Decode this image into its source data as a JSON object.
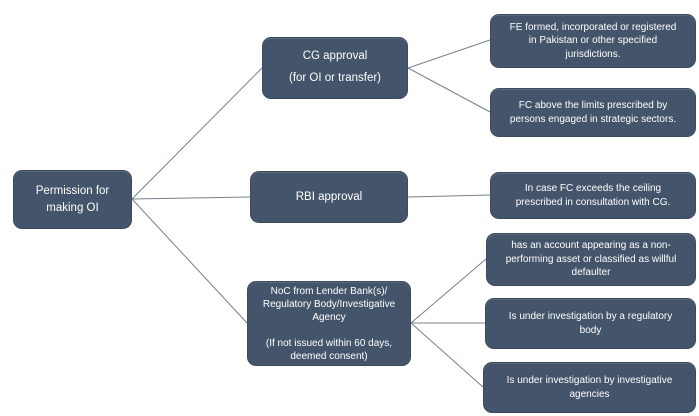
{
  "colors": {
    "node_bg": "#44546a",
    "node_text": "#ffffff",
    "node_border": "#3c4a5e",
    "connector": "#75808d",
    "background": "#ffffff"
  },
  "diagram": {
    "root": {
      "label": "Permission for\nmaking OI"
    },
    "branches": [
      {
        "label": "CG approval\n(for OI or transfer)",
        "children": [
          {
            "label": "FE formed, incorporated or registered\nin Pakistan or other specified\njurisdictions."
          },
          {
            "label": "FC above the limits prescribed by\npersons engaged in strategic sectors."
          }
        ]
      },
      {
        "label": "RBI approval",
        "children": [
          {
            "label": "In case FC exceeds the ceiling\nprescribed in consultation with CG."
          }
        ]
      },
      {
        "label": "NoC from Lender Bank(s)/\nRegulatory Body/Investigative\nAgency\n\n(If not issued within 60 days,\ndeemed consent)",
        "children": [
          {
            "label": "has an account appearing as a non-\nperforming asset or classified as willful\ndefaulter"
          },
          {
            "label": "Is under investigation by a regulatory\nbody"
          },
          {
            "label": "Is under investigation by investigative\nagencies"
          }
        ]
      }
    ]
  }
}
